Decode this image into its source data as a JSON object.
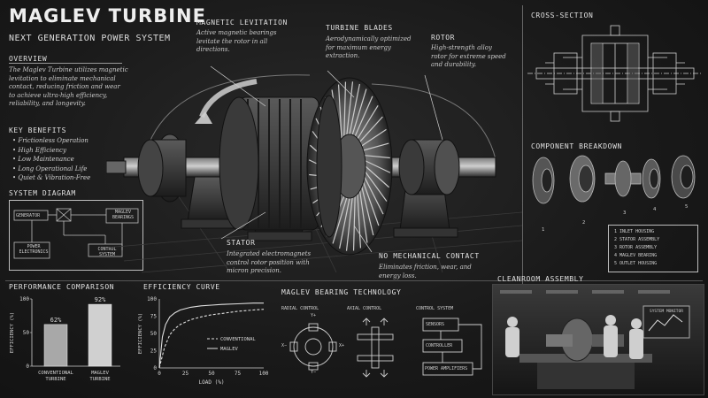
{
  "header": {
    "title": "MAGLEV TURBINE",
    "subtitle": "NEXT GENERATION POWER SYSTEM"
  },
  "overview": {
    "heading": "OVERVIEW",
    "text": "The Maglev Turbine utilizes magnetic levitation to eliminate mechanical contact, reducing friction and wear to achieve ultra-high efficiency, reliability, and longevity."
  },
  "benefits": {
    "heading": "KEY BENEFITS",
    "items": [
      "• Frictionless Operation",
      "• High Efficiency",
      "• Low Maintenance",
      "• Long Operational Life",
      "• Quiet & Vibration-Free"
    ]
  },
  "system_diagram": {
    "heading": "SYSTEM DIAGRAM",
    "generator": "GENERATOR",
    "bearings": "MAGLEV BEARINGS",
    "power": "POWER ELECTRONICS",
    "control": "CONTROL SYSTEM"
  },
  "callouts": {
    "levitation": {
      "title": "MAGNETIC LEVITATION",
      "text": "Active magnetic bearings levitate the rotor in all directions."
    },
    "blades": {
      "title": "TURBINE BLADES",
      "text": "Aerodynamically optimized for maximum energy extraction."
    },
    "rotor": {
      "title": "ROTOR",
      "text": "High-strength alloy rotor for extreme speed and durability."
    },
    "stator": {
      "title": "STATOR",
      "text": "Integrated electromagnets control rotor position with micron precision."
    },
    "no_contact": {
      "title": "NO MECHANICAL CONTACT",
      "text": "Eliminates friction, wear, and energy loss."
    }
  },
  "cross_section": {
    "heading": "CROSS-SECTION"
  },
  "components": {
    "heading": "COMPONENT BREAKDOWN",
    "numbers": [
      "1",
      "2",
      "3",
      "4",
      "5"
    ],
    "legend": [
      "1  INLET HOUSING",
      "2  STATOR ASSEMBLY",
      "3  ROTOR ASSEMBLY",
      "4  MAGLEV BEARING",
      "5  OUTLET HOUSING"
    ]
  },
  "performance": {
    "heading": "PERFORMANCE COMPARISON"
  },
  "efficiency_curve": {
    "heading": "EFFICIENCY CURVE"
  },
  "bearing_tech": {
    "heading": "MAGLEV BEARING TECHNOLOGY",
    "radial": "RADIAL CONTROL",
    "axial": "AXIAL CONTROL",
    "control_system": "CONTROL SYSTEM",
    "sensors": "SENSORS",
    "controller": "CONTROLLER",
    "amplifiers": "POWER AMPLIFIERS",
    "y_plus": "Y+",
    "y_minus": "Y−",
    "x_minus": "X−",
    "x_plus": "X+"
  },
  "cleanroom": {
    "heading": "CLEANROOM ASSEMBLY",
    "monitor": "SYSTEM MONITOR"
  },
  "chart_data": [
    {
      "type": "bar",
      "title": "PERFORMANCE COMPARISON",
      "categories": [
        "CONVENTIONAL TURBINE",
        "MAGLEV TURBINE"
      ],
      "cat_lines": [
        [
          "CONVENTIONAL",
          "TURBINE"
        ],
        [
          "MAGLEV",
          "TURBINE"
        ]
      ],
      "values": [
        62,
        92
      ],
      "value_labels": [
        "62%",
        "92%"
      ],
      "ylabel": "EFFICIENCY (%)",
      "ylim": [
        0,
        100
      ],
      "yticks": [
        "0",
        "50",
        "100"
      ]
    },
    {
      "type": "line",
      "title": "EFFICIENCY CURVE",
      "xlabel": "LOAD (%)",
      "ylabel": "EFFICIENCY (%)",
      "xlim": [
        0,
        100
      ],
      "ylim": [
        0,
        100
      ],
      "xticks": [
        "0",
        "25",
        "50",
        "75",
        "100"
      ],
      "yticks": [
        "0",
        "25",
        "50",
        "75",
        "100"
      ],
      "series": [
        {
          "name": "CONVENTIONAL",
          "style": "dashed",
          "x": [
            0,
            5,
            10,
            15,
            20,
            30,
            40,
            50,
            60,
            75,
            90,
            100
          ],
          "y": [
            0,
            30,
            48,
            57,
            63,
            70,
            74,
            77,
            79,
            82,
            84,
            85
          ]
        },
        {
          "name": "MAGLEV",
          "style": "solid",
          "x": [
            0,
            3,
            6,
            10,
            15,
            20,
            30,
            40,
            50,
            60,
            75,
            90,
            100
          ],
          "y": [
            0,
            45,
            63,
            74,
            80,
            84,
            88,
            90,
            91,
            92,
            93,
            94,
            94
          ]
        }
      ],
      "legend_position": "bottom-right"
    }
  ],
  "colors": {
    "background": "#1a1a1a",
    "ink": "#d8d8d8",
    "accent": "#ffffff"
  }
}
